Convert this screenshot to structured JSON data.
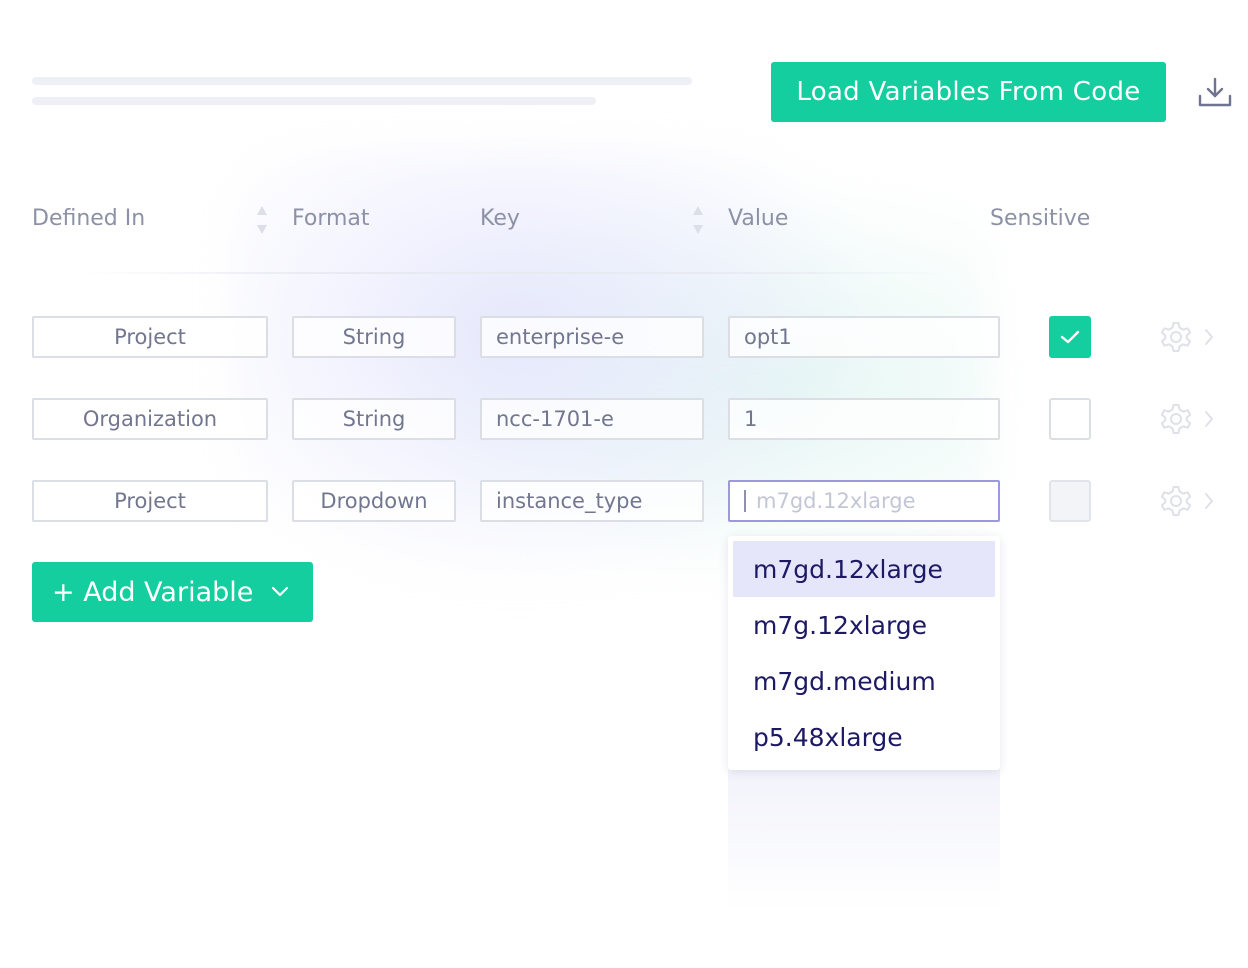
{
  "toolbar": {
    "load_label": "Load Variables From Code",
    "download_icon": "download-icon"
  },
  "table": {
    "headers": {
      "defined_in": "Defined In",
      "format": "Format",
      "key": "Key",
      "value": "Value",
      "sensitive": "Sensitive"
    },
    "rows": [
      {
        "defined_in": "Project",
        "format": "String",
        "key": "enterprise-e",
        "value": "opt1",
        "sensitive": "checked"
      },
      {
        "defined_in": "Organization",
        "format": "String",
        "key": "ncc-1701-e",
        "value": "1",
        "sensitive": "unchecked"
      },
      {
        "defined_in": "Project",
        "format": "Dropdown",
        "key": "instance_type",
        "value_placeholder": "m7gd.12xlarge",
        "sensitive": "disabled"
      }
    ]
  },
  "add_variable": {
    "label": "+ Add Variable"
  },
  "dropdown": {
    "options": [
      "m7gd.12xlarge",
      "m7g.12xlarge",
      "m7gd.medium",
      "p5.48xlarge"
    ],
    "selected": "m7gd.12xlarge"
  },
  "colors": {
    "accent": "#14ce9f",
    "text_muted": "#8d91a6",
    "dropdown_text": "#1d1a63",
    "dropdown_highlight": "#e6e6fb",
    "focus_border": "#9b97e0"
  }
}
